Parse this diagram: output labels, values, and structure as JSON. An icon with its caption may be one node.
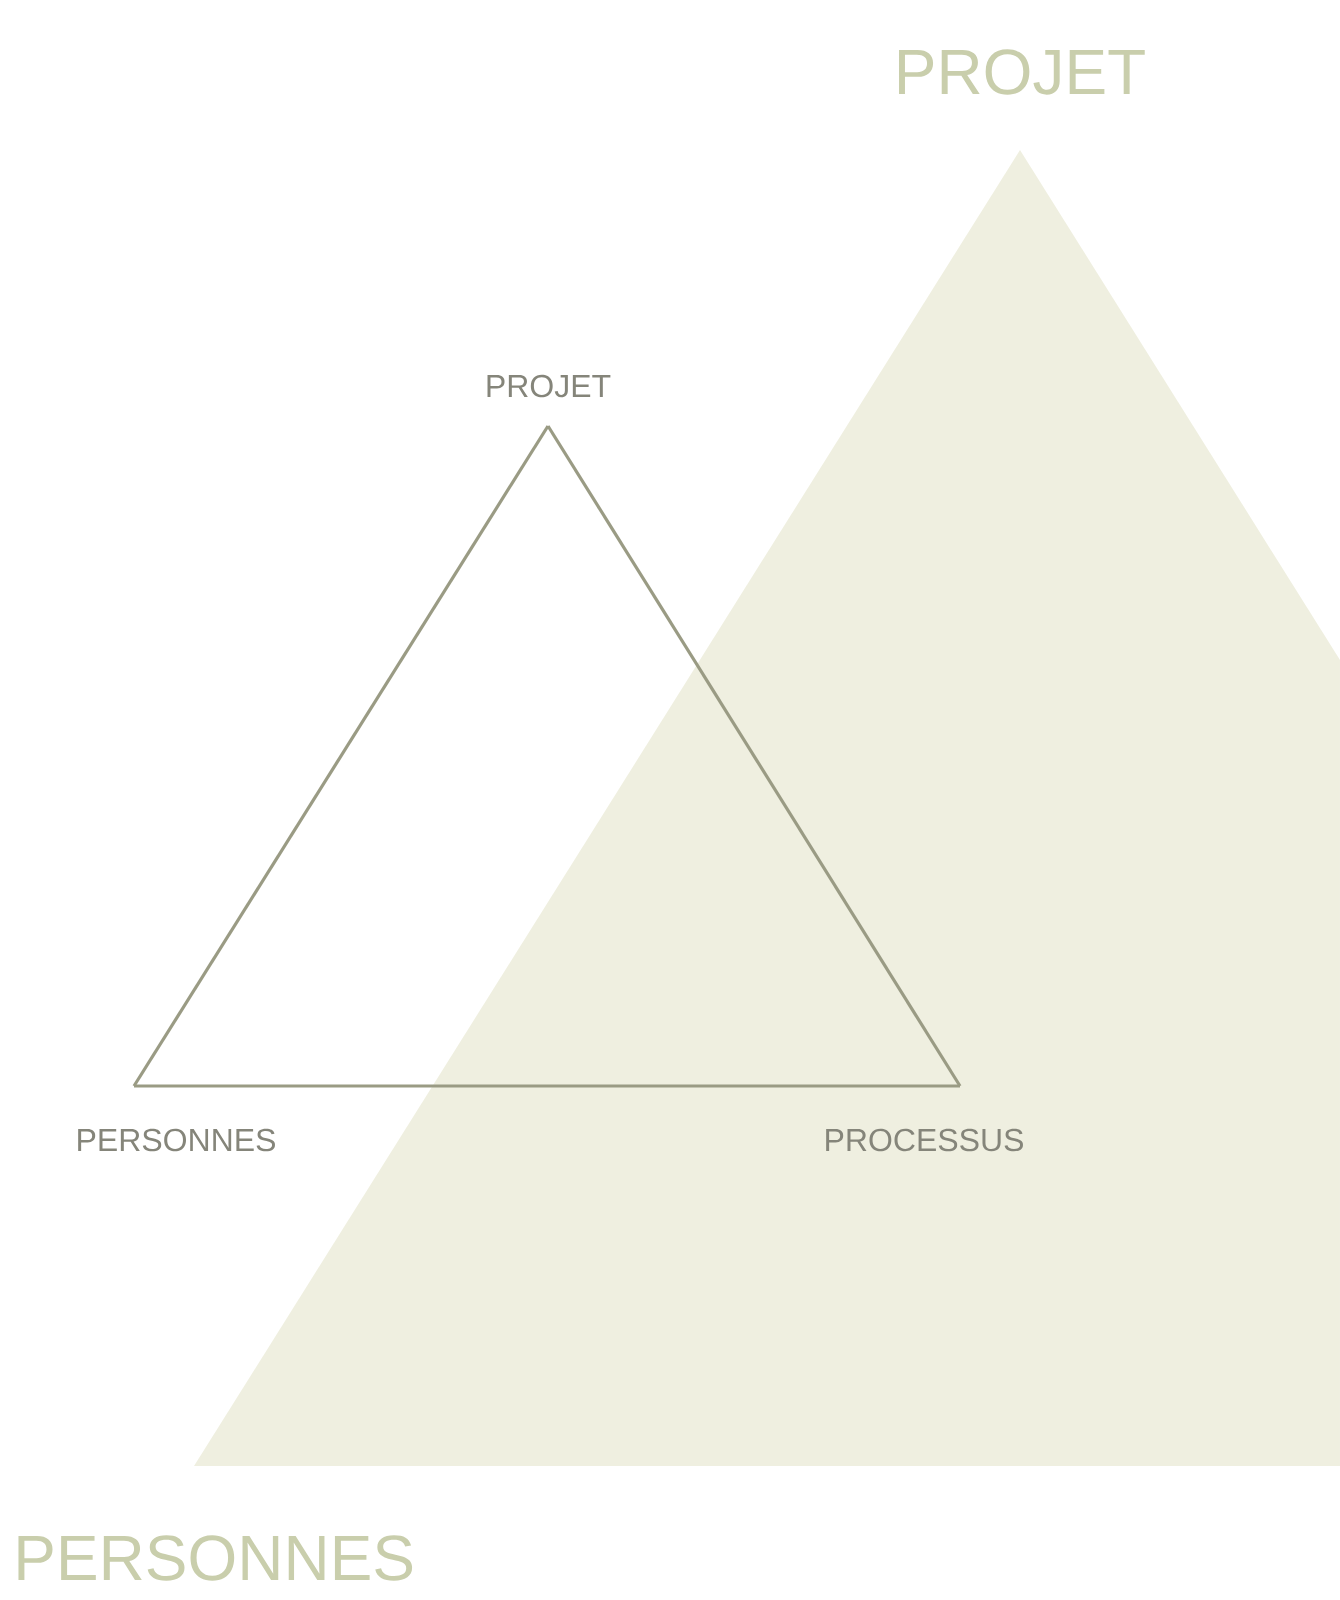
{
  "diagram": {
    "nodes": [
      {
        "text": [
          "PROJET",
          "PERSONNES"
        ]
      },
      {
        "text": [
          "PROJET"
        ]
      },
      {
        "text": [
          "PERSONNES"
        ]
      },
      {
        "text": [
          "PROCESSUS"
        ],
        "in": 0
      }
    ],
    "edges": [
      {
        "from": 1,
        "to": 2,
        "arrow": "none"
      },
      {
        "from": 2,
        "to": 3,
        "arrow": "none"
      },
      {
        "from": 3,
        "to": 1,
        "arrow": "none"
      }
    ]
  }
}
